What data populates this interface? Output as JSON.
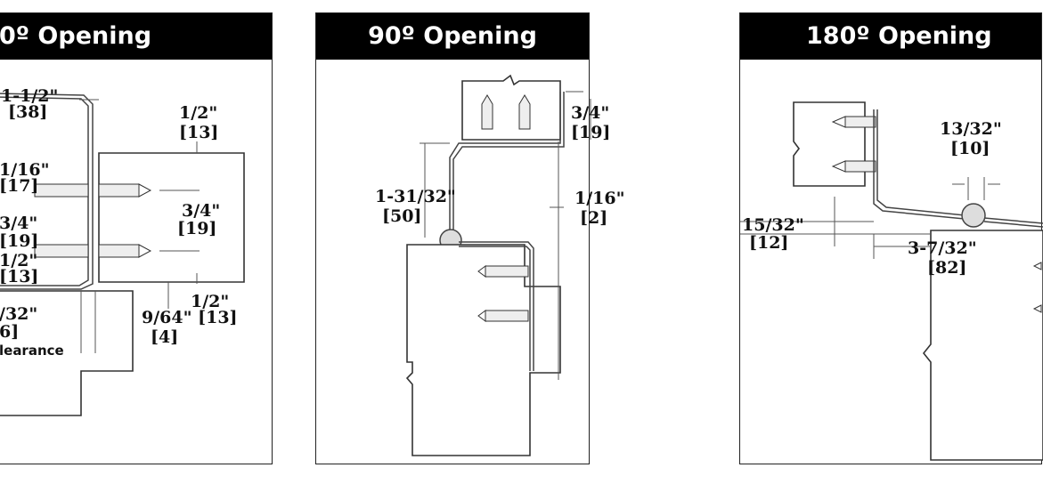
{
  "panels": [
    {
      "title": "0º Opening",
      "dims": [
        "1-1/2\"",
        "[38]",
        "1/2\"",
        "[13]",
        "1/16\"",
        "[17]",
        "3/4\"",
        "[19]",
        "3/4\"",
        "[19]",
        "1/2\"",
        "[13]",
        "1/2\"",
        "9/64\" [13]",
        "[4]",
        "/32\"",
        "6]",
        "learance"
      ]
    },
    {
      "title": "90º Opening",
      "dims": [
        "3/4\"",
        "[19]",
        "1-31/32\"",
        "[50]",
        "1/16\"",
        "[2]"
      ]
    },
    {
      "title": "180º Opening",
      "dims": [
        "13/32\"",
        "[10]",
        "15/32\"",
        "[12]",
        "3-7/32\"",
        "[82]"
      ]
    }
  ]
}
